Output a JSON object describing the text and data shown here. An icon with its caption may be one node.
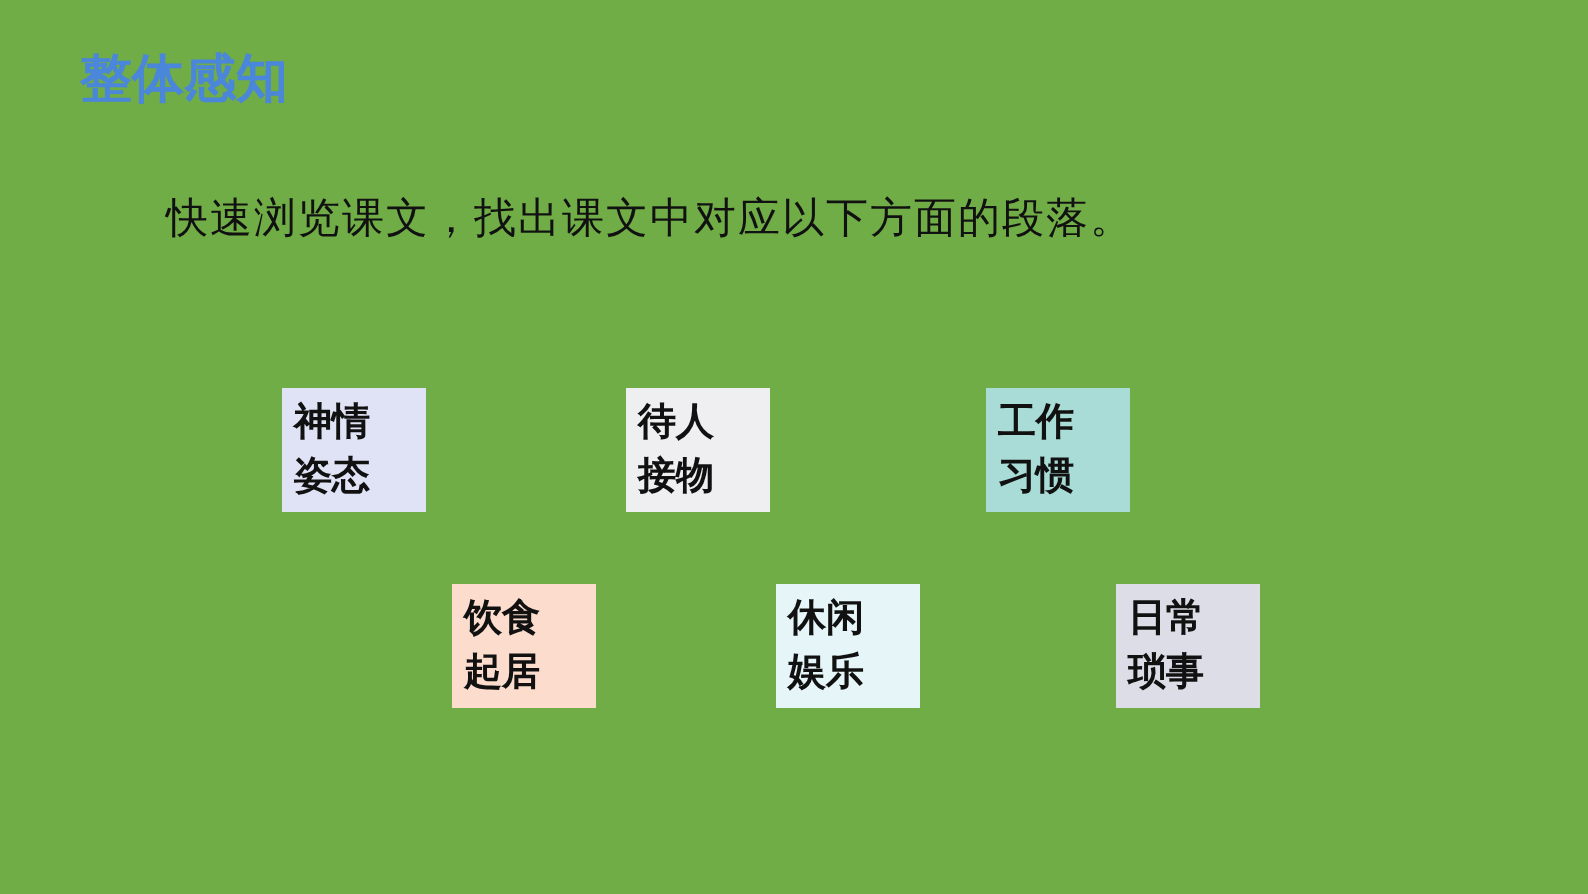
{
  "diagram": {
    "title": "整体感知",
    "nodes": [
      {
        "text": [
          "神情姿态"
        ]
      },
      {
        "text": [
          "待人接物"
        ]
      },
      {
        "text": [
          "工作习惯"
        ]
      },
      {
        "text": [
          "饮食起居"
        ]
      },
      {
        "text": [
          "休闲娱乐"
        ]
      },
      {
        "text": [
          "日常琐事"
        ]
      }
    ],
    "labels": [
      "快速浏览课文，找出课文中对应以下方面的段落。"
    ]
  }
}
